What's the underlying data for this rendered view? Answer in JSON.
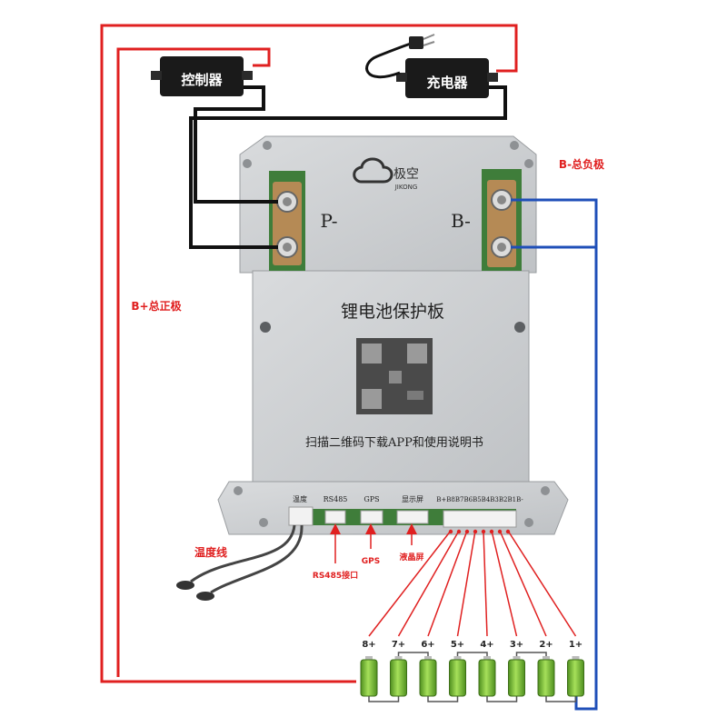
{
  "devices": {
    "controller": {
      "label": "控制器"
    },
    "charger": {
      "label": "充电器"
    }
  },
  "board": {
    "logo_cn": "极空",
    "logo_en": "JIKONG",
    "p_minus": "P-",
    "b_minus": "B-",
    "title": "锂电池保护板",
    "scan_text": "扫描二维码下载APP和使用说明书",
    "ports": {
      "temp": "温度",
      "rs485": "RS485",
      "gps": "GPS",
      "display": "显示屏",
      "balance": "B+B8B7B6B5B4B3B2B1B-"
    }
  },
  "annotations": {
    "b_total_negative": "B-总负极",
    "b_total_positive": "B+总正极",
    "temp_wire": "温度线",
    "rs485_port": "RS485接口",
    "gps": "GPS",
    "lcd": "液晶屏"
  },
  "cells": [
    "8+",
    "7+",
    "6+",
    "5+",
    "4+",
    "3+",
    "2+",
    "1+"
  ],
  "colors": {
    "red_wire": "#e02020",
    "blue_wire": "#1f4fb8",
    "black_wire": "#111111",
    "board": "#cfd1d3",
    "battery_green": "#7fc23a",
    "annotation_red": "#e02020"
  }
}
